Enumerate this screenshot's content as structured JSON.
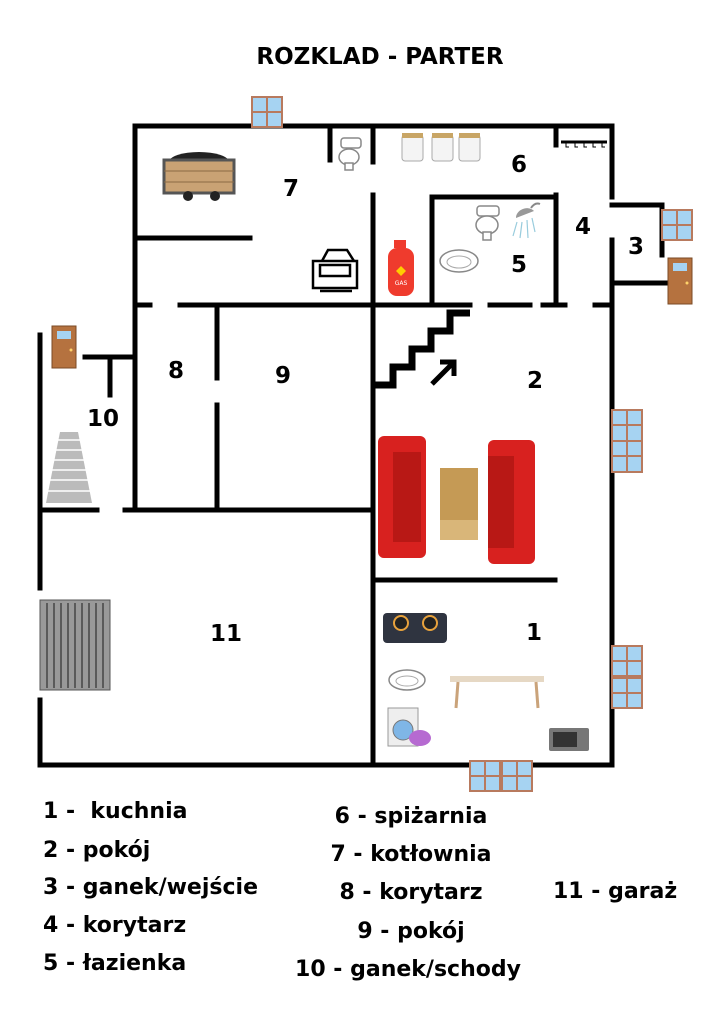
{
  "title": "ROZKLAD - PARTER",
  "room_numbers": {
    "r1": "1",
    "r2": "2",
    "r3": "3",
    "r4": "4",
    "r5": "5",
    "r6": "6",
    "r7": "7",
    "r8": "8",
    "r9": "9",
    "r10": "10",
    "r11": "11"
  },
  "legend": [
    "1 -  kuchnia",
    "2 - pokój",
    "3 - ganek/wejście",
    "4 - korytarz",
    "5 - łazienka",
    "6 - spiżarnia",
    "7 - kotłownia",
    "8 - korytarz",
    "9 - pokój",
    "10 - ganek/schody",
    "11 - garaż"
  ],
  "icons": [
    "coal-cart-icon",
    "toilet-icon",
    "jar-icon",
    "coat-hooks-icon",
    "boiler-icon",
    "gas-cylinder-icon",
    "sink-icon",
    "shower-icon",
    "sofa-icon",
    "coffee-table-icon",
    "stove-icon",
    "table-icon",
    "washing-machine-icon",
    "microwave-icon",
    "stairs-icon",
    "garage-door-icon",
    "window-icon",
    "door-icon"
  ],
  "gas_label": "GAS",
  "colors": {
    "wall": "#000000",
    "window_glass": "#a6d3f2",
    "window_frame": "#b87a5e",
    "door": "#b5723f",
    "sofa": "#d8211f",
    "gas": "#ef3b2d"
  }
}
